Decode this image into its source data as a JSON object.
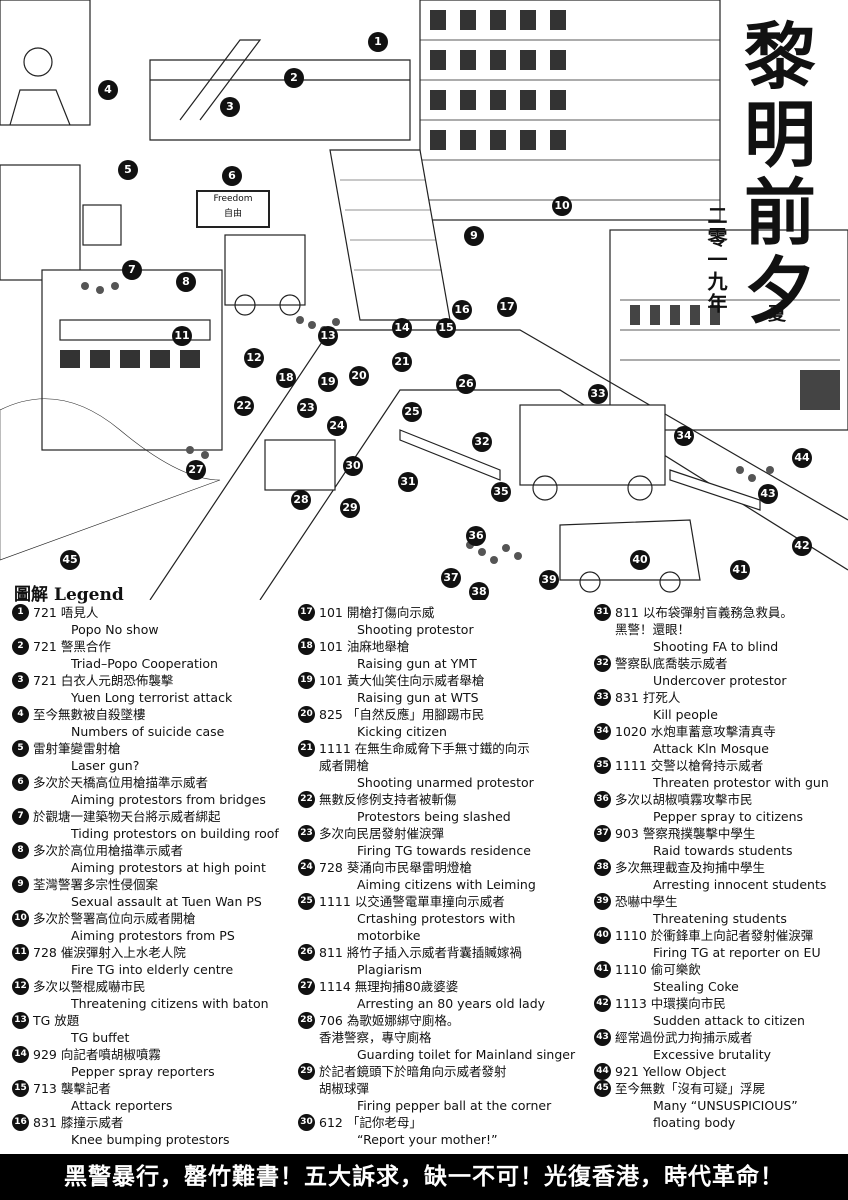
{
  "title": {
    "chars": [
      "黎",
      "明",
      "前",
      "夕"
    ],
    "year": "二零一九年",
    "season": "夏"
  },
  "sign": {
    "en": "Freedom",
    "cn": "自由"
  },
  "legend_heading": {
    "cn": "圖解",
    "en": "Legend"
  },
  "legend": [
    {
      "num": "1",
      "cn": "721 唔見人",
      "en": "Popo No show"
    },
    {
      "num": "2",
      "cn": "721 警黑合作",
      "en": "Triad–Popo Cooperation"
    },
    {
      "num": "3",
      "cn": "721 白衣人元朗恐佈襲擊",
      "en": "Yuen Long terrorist attack"
    },
    {
      "num": "4",
      "cn": "至今無數被自殺墜樓",
      "en": "Numbers of suicide case"
    },
    {
      "num": "5",
      "cn": "雷射筆變雷射槍",
      "en": "Laser gun?"
    },
    {
      "num": "6",
      "cn": "多次於天橋高位用槍描準示威者",
      "en": "Aiming protestors from bridges"
    },
    {
      "num": "7",
      "cn": "於觀塘一建築物天台將示威者綁起",
      "en": "Tiding protestors on building roof"
    },
    {
      "num": "8",
      "cn": "多次於高位用槍描準示威者",
      "en": "Aiming protestors at high point"
    },
    {
      "num": "9",
      "cn": "荃灣警署多宗性侵個案",
      "en": "Sexual assault at Tuen Wan PS"
    },
    {
      "num": "10",
      "cn": "多次於警署高位向示威者開槍",
      "en": "Aiming protestors from PS"
    },
    {
      "num": "11",
      "cn": "728 催淚彈射入上水老人院",
      "en": "Fire TG into elderly centre"
    },
    {
      "num": "12",
      "cn": "多次以警棍威嚇市民",
      "en": "Threatening citizens with baton"
    },
    {
      "num": "13",
      "cn": "TG 放題",
      "en": "TG buffet"
    },
    {
      "num": "14",
      "cn": "929 向記者噴胡椒噴霧",
      "en": "Pepper spray reporters"
    },
    {
      "num": "15",
      "cn": "713 襲擊記者",
      "en": "Attack reporters"
    },
    {
      "num": "16",
      "cn": "831 膝撞示威者",
      "en": "Knee bumping protestors"
    },
    {
      "num": "17",
      "cn": "101  開槍打傷向示威",
      "en": "Shooting protestor"
    },
    {
      "num": "18",
      "cn": "101  油麻地舉槍",
      "en": "Raising gun at YMT"
    },
    {
      "num": "19",
      "cn": "101  黃大仙笑住向示威者舉槍",
      "en": "Raising gun at WTS"
    },
    {
      "num": "20",
      "cn": "825 「自然反應」用腳踢市民",
      "en": "Kicking citizen"
    },
    {
      "num": "21",
      "cn": "1111 在無生命威脅下手無寸鐵的向示",
      "cn2": "威者開槍",
      "en": "Shooting unarmed protestor"
    },
    {
      "num": "22",
      "cn": "無數反修例支持者被斬傷",
      "en": "Protestors being slashed"
    },
    {
      "num": "23",
      "cn": "多次向民居發射催淚彈",
      "en": "Firing TG towards residence"
    },
    {
      "num": "24",
      "cn": "728 葵涌向市民舉雷明燈槍",
      "en": "Aiming citizens with Leiming"
    },
    {
      "num": "25",
      "cn": "1111 以交通警電單車撞向示威者",
      "en": "Crtashing protestors with",
      "en2": "motorbike"
    },
    {
      "num": "26",
      "cn": "811  將竹子插入示威者背囊插贓嫁禍",
      "en": "Plagiarism"
    },
    {
      "num": "27",
      "cn": "1114 無理拘捕80歲婆婆",
      "en": "Arresting an 80 years old lady"
    },
    {
      "num": "28",
      "cn": "706 為歌姬娜綁守廁格。",
      "cn2": "香港警察，專守廁格",
      "en": "Guarding toilet for Mainland singer"
    },
    {
      "num": "29",
      "cn": "於記者鏡頭下於暗角向示威者發射",
      "cn2": "胡椒球彈",
      "en": "Firing pepper ball at the corner"
    },
    {
      "num": "30",
      "cn": "612 「記你老母」",
      "en": "“Report your mother!”"
    },
    {
      "num": "31",
      "cn": "811  以布袋彈射盲義務急救員。",
      "cn2": "黑警！還眼！",
      "en": "Shooting FA to blind"
    },
    {
      "num": "32",
      "cn": "警察臥底喬裝示威者",
      "en": "Undercover protestor"
    },
    {
      "num": "33",
      "cn": "831 打死人",
      "en": "Kill people"
    },
    {
      "num": "34",
      "cn": "1020 水炮車蓄意攻擊清真寺",
      "en": "Attack Kln Mosque"
    },
    {
      "num": "35",
      "cn": "1111 交警以槍脅持示威者",
      "en": "Threaten protestor with gun"
    },
    {
      "num": "36",
      "cn": "多次以胡椒噴霧攻擊市民",
      "en": "Pepper spray to citizens"
    },
    {
      "num": "37",
      "cn": "903 警察飛撲襲擊中學生",
      "en": "Raid towards students"
    },
    {
      "num": "38",
      "cn": "多次無理截查及拘捕中學生",
      "en": "Arresting innocent students"
    },
    {
      "num": "39",
      "cn": "恐嚇中學生",
      "en": "Threatening students"
    },
    {
      "num": "40",
      "cn": "1110 於衝鋒車上向記者發射催淚彈",
      "en": "Firing TG at reporter on EU"
    },
    {
      "num": "41",
      "cn": "1110 偷可樂飲",
      "en": "Stealing Coke"
    },
    {
      "num": "42",
      "cn": "1113 中環撲向市民",
      "en": "Sudden attack to citizen"
    },
    {
      "num": "43",
      "cn": "經常過份武力拘捕示威者",
      "en": "Excessive brutality"
    },
    {
      "num": "44",
      "cn": "921 Yellow Object",
      "en": ""
    },
    {
      "num": "45",
      "cn": "至今無數「沒有可疑」浮屍",
      "en": "Many “UNSUSPICIOUS”",
      "en2": "floating body"
    }
  ],
  "footer": "黑警暴行，罄竹難書！五大訴求，缺一不可！光復香港，時代革命！"
}
